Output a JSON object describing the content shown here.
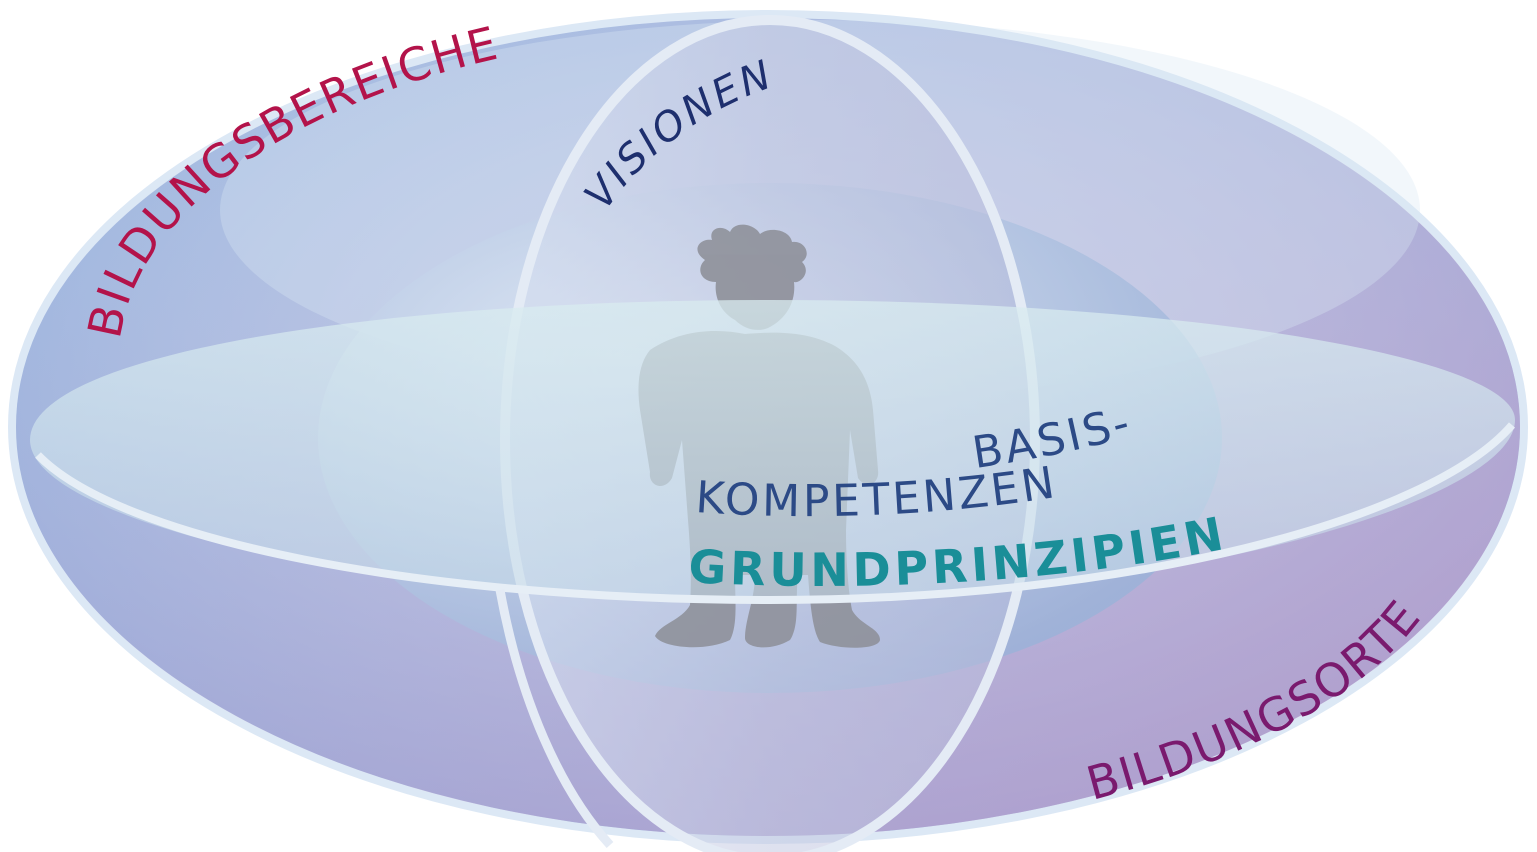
{
  "diagram": {
    "labels": {
      "bildungsbereiche": "BILDUNGSBEREICHE",
      "visionen": "VISIONEN",
      "basis": "BASIS-",
      "kompetenzen": "KOMPETENZEN",
      "grundprinzipien": "GRUNDPRINZIPIEN",
      "bildungsorte": "BILDUNGSORTE"
    },
    "colors": {
      "bildungsbereiche": "#b3134a",
      "visionen": "#1e2f6e",
      "basiskompetenzen": "#2c4a86",
      "grundprinzipien": "#1a8e98",
      "bildungsorte": "#7a1a6e",
      "outer_fill": "#a9c3e3",
      "rim": "#dce8f5",
      "child_silhouette": "#8d8f98"
    }
  }
}
